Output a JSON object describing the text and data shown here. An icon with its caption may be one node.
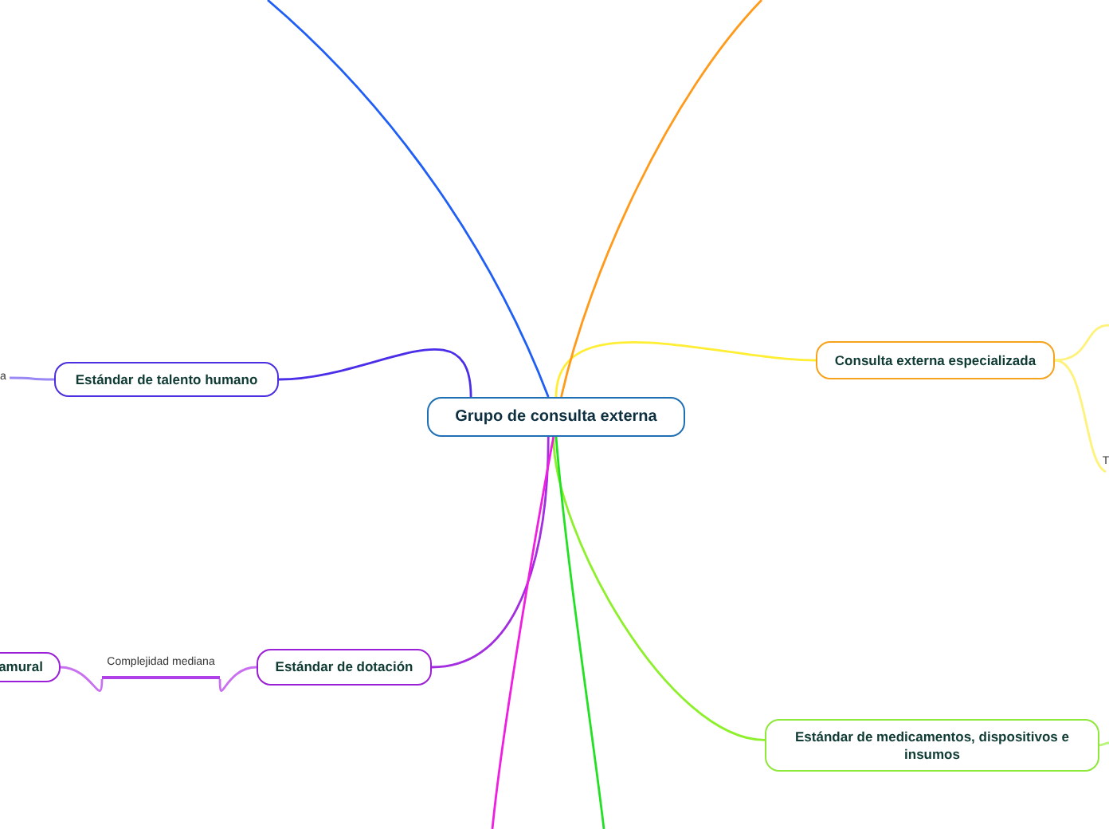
{
  "diagram": {
    "nodes": [
      {
        "text": [
          "Grupo de consulta externa"
        ]
      },
      {
        "text": [
          "Consulta externa especializada"
        ]
      },
      {
        "text": [
          "Estándar de talento humano"
        ]
      },
      {
        "text": [
          "Estándar de dotación"
        ]
      },
      {
        "text": [
          "Complejidad mediana"
        ]
      },
      {
        "text": [
          "amural"
        ]
      },
      {
        "text": [
          "Estándar de medicamentos, dispositivos e insumos"
        ]
      },
      {
        "text": [
          "a"
        ]
      },
      {
        "text": [
          "T"
        ]
      }
    ],
    "edges": [
      {
        "from": 0,
        "to": 1,
        "arrow": "none",
        "color": "#ffee33"
      },
      {
        "from": 0,
        "to": 2,
        "arrow": "none",
        "color": "#4a2ee8"
      },
      {
        "from": 0,
        "to": 3,
        "arrow": "none",
        "color": "#a22ee0"
      },
      {
        "from": 3,
        "to": 4,
        "arrow": "none",
        "color": "#c870f0"
      },
      {
        "from": 4,
        "to": 5,
        "arrow": "none",
        "color": "#c870f0"
      },
      {
        "from": 0,
        "to": 6,
        "arrow": "none",
        "color": "#8cf02a"
      },
      {
        "from": 2,
        "to": 7,
        "arrow": "none",
        "color": "#9a88f5"
      },
      {
        "from": 1,
        "to": 8,
        "arrow": "none",
        "color": "#fff27a"
      },
      {
        "from": 1,
        "to": null,
        "arrow": "none",
        "color": "#fff27a"
      },
      {
        "from": 6,
        "to": null,
        "arrow": "none",
        "color": "#b7f57a"
      },
      {
        "from": 0,
        "to": null,
        "arrow": "none",
        "color": "#1f5ff5"
      },
      {
        "from": 0,
        "to": null,
        "arrow": "none",
        "color": "#ff9a1a"
      },
      {
        "from": 0,
        "to": null,
        "arrow": "none",
        "color": "#f01ee0"
      },
      {
        "from": 0,
        "to": null,
        "arrow": "none",
        "color": "#22e022"
      }
    ]
  }
}
